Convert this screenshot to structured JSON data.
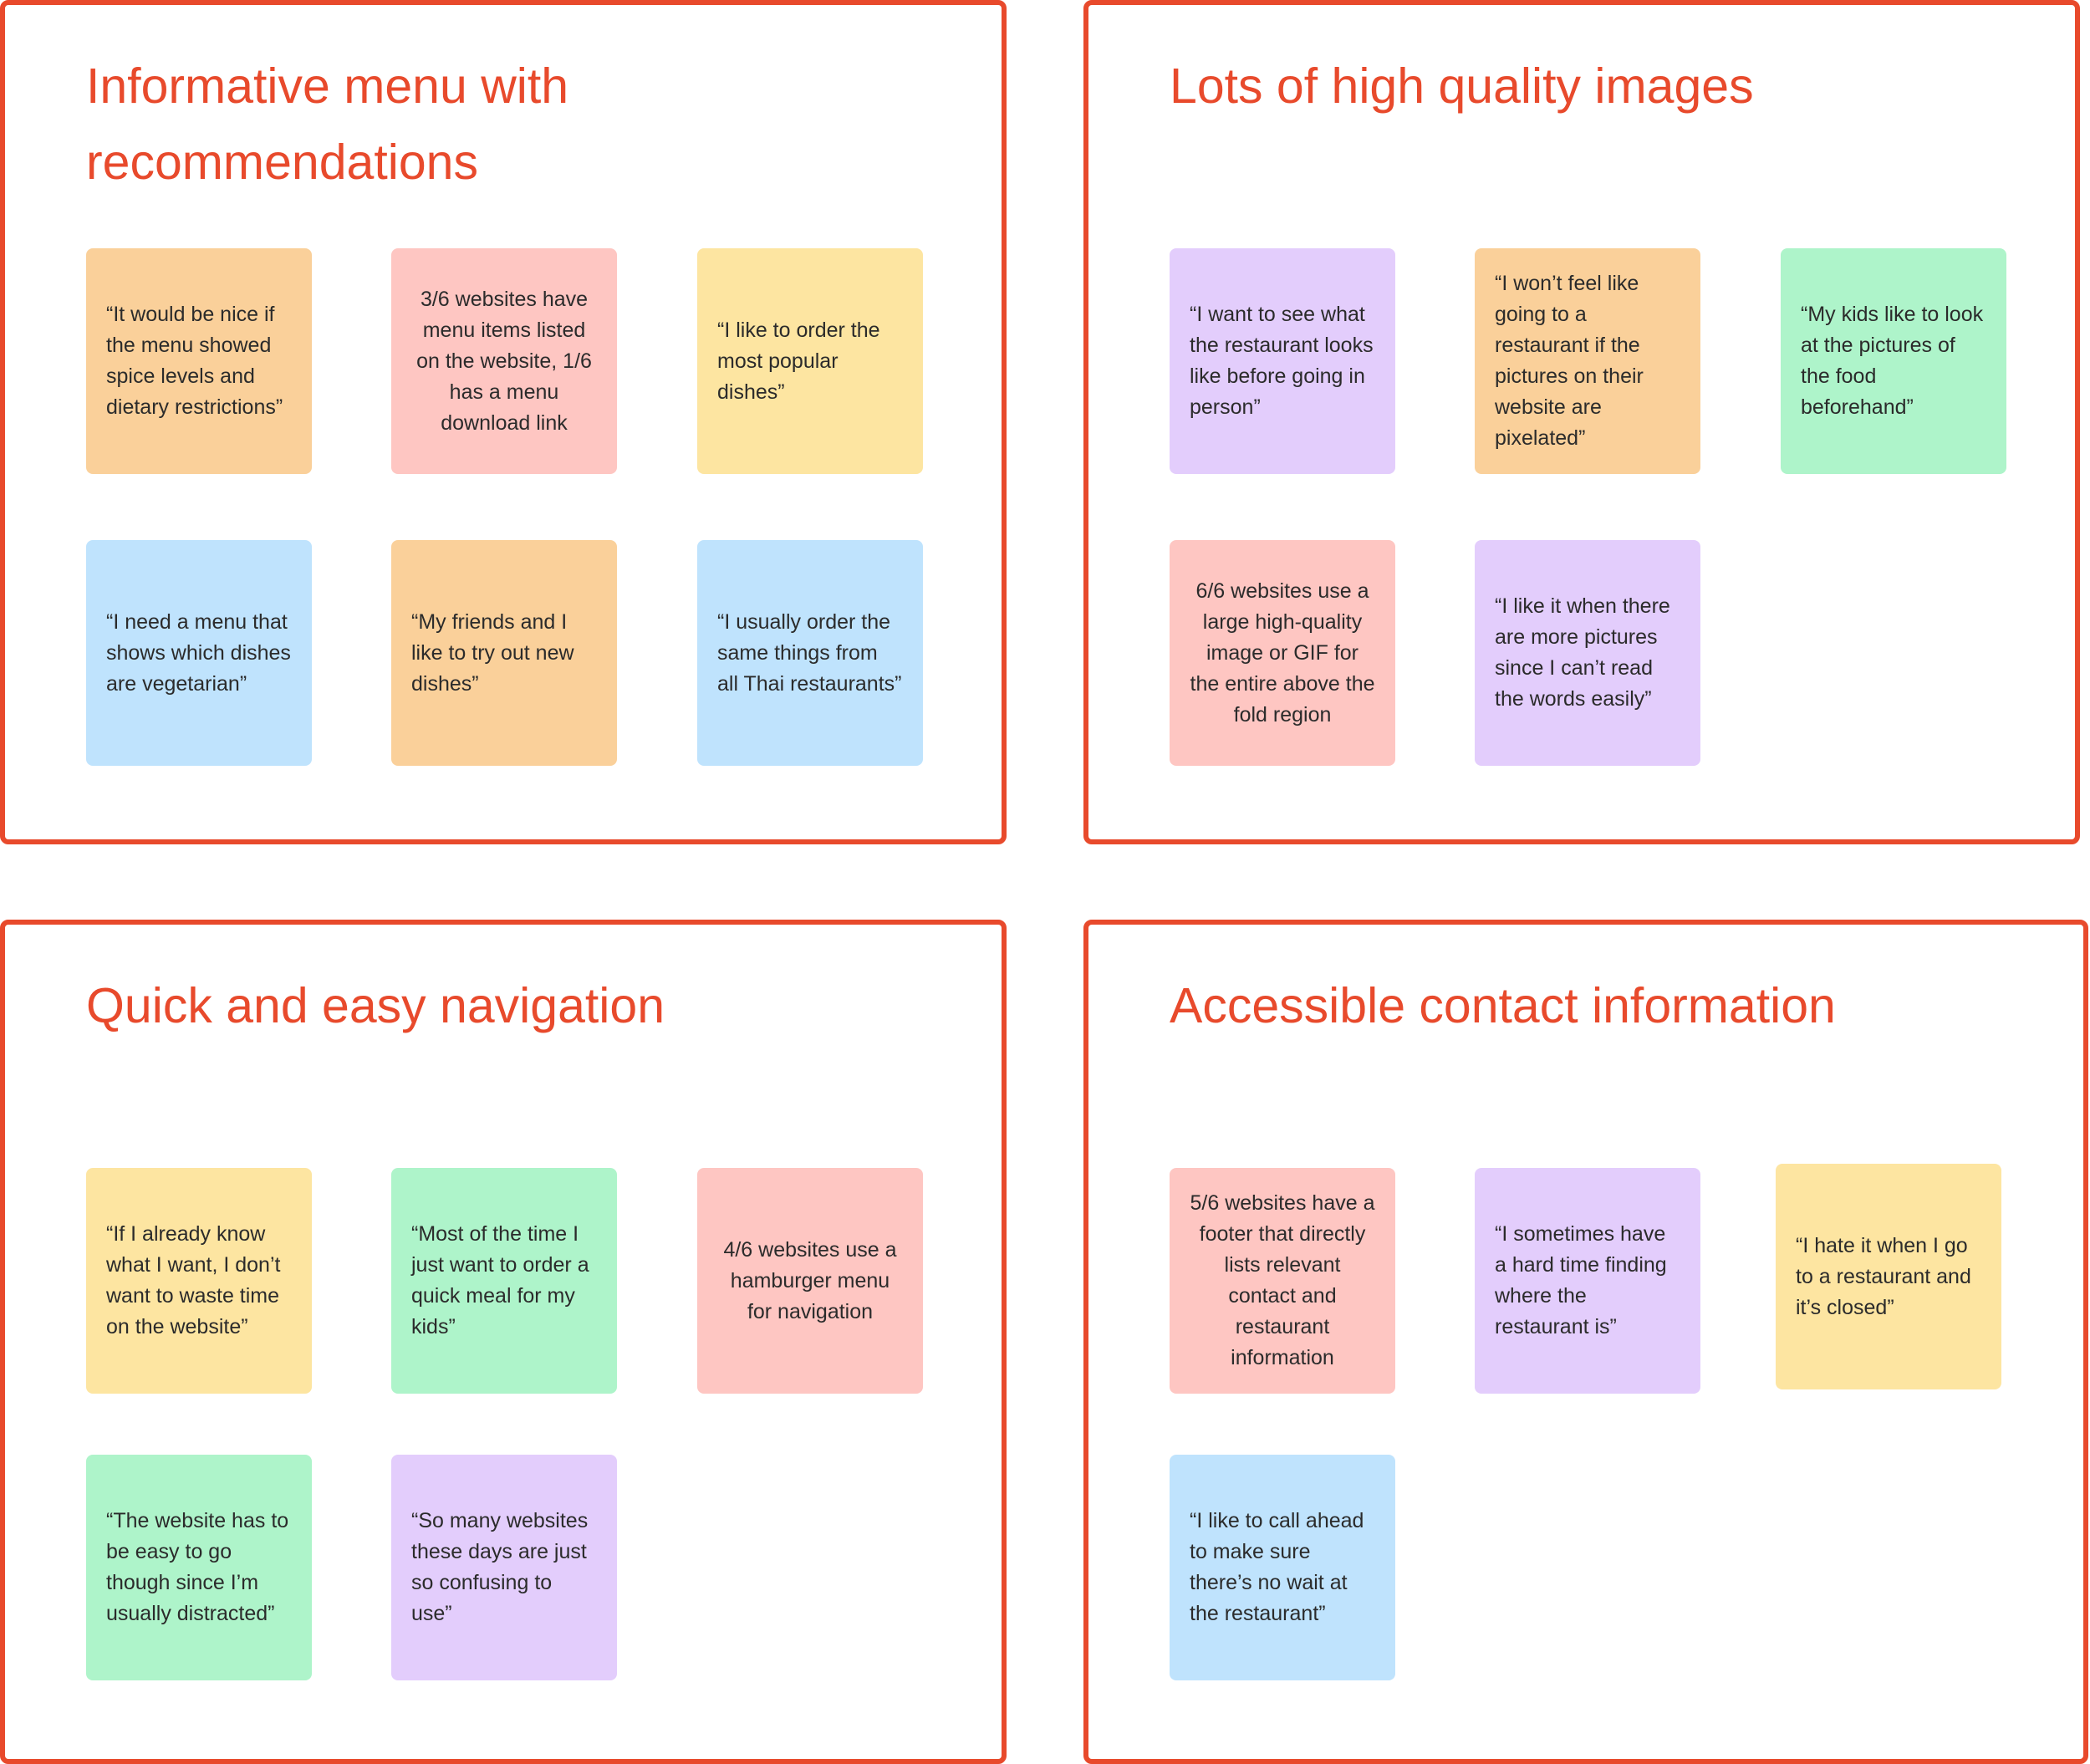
{
  "groups": [
    {
      "title": "Informative menu with recommendations",
      "notes": [
        "“It would be nice if the menu showed spice levels and dietary restrictions”",
        "3/6 websites have menu items listed on the website, 1/6 has a menu download link",
        "“I like to order the most popular dishes”",
        "“I need a menu that shows which dishes are vegetarian”",
        "“My friends and I like to try out new dishes”",
        "“I usually order the same things from all Thai restaurants”"
      ]
    },
    {
      "title": "Lots of high quality images",
      "notes": [
        "“I want to see what the restaurant looks like before going in person”",
        "“I won’t feel like going to a restaurant if the pictures on their website are pixelated”",
        "“My kids like to look at the pictures of the food beforehand”",
        "6/6 websites use a large high-quality image or GIF for the entire above the fold region",
        "“I like it when there are more pictures since I can’t read the words easily”"
      ]
    },
    {
      "title": "Quick and easy navigation",
      "notes": [
        "“If I already know what I want, I don’t want to waste time on the website”",
        "“Most of the time I just want to order a quick meal for my kids”",
        "4/6 websites use a hamburger menu for navigation",
        "“The website has to be easy to go though since I’m usually distracted”",
        "“So many websites these days are just so confusing to use”"
      ]
    },
    {
      "title": "Accessible contact information",
      "notes": [
        "5/6 websites have a footer that directly lists relevant contact and restaurant information",
        "“I sometimes have a hard time finding where the restaurant is”",
        "“I hate it when I go to a restaurant and it’s closed”",
        "“I like to call ahead to make sure there’s no wait at the restaurant”"
      ]
    }
  ],
  "colors": {
    "frame": "#E84A2C",
    "orange": "#FAD09A",
    "pink": "#FEC6C2",
    "yellow": "#FDE5A1",
    "blue": "#BFE3FD",
    "purple": "#E3CDFC",
    "green": "#AEF4CA"
  }
}
